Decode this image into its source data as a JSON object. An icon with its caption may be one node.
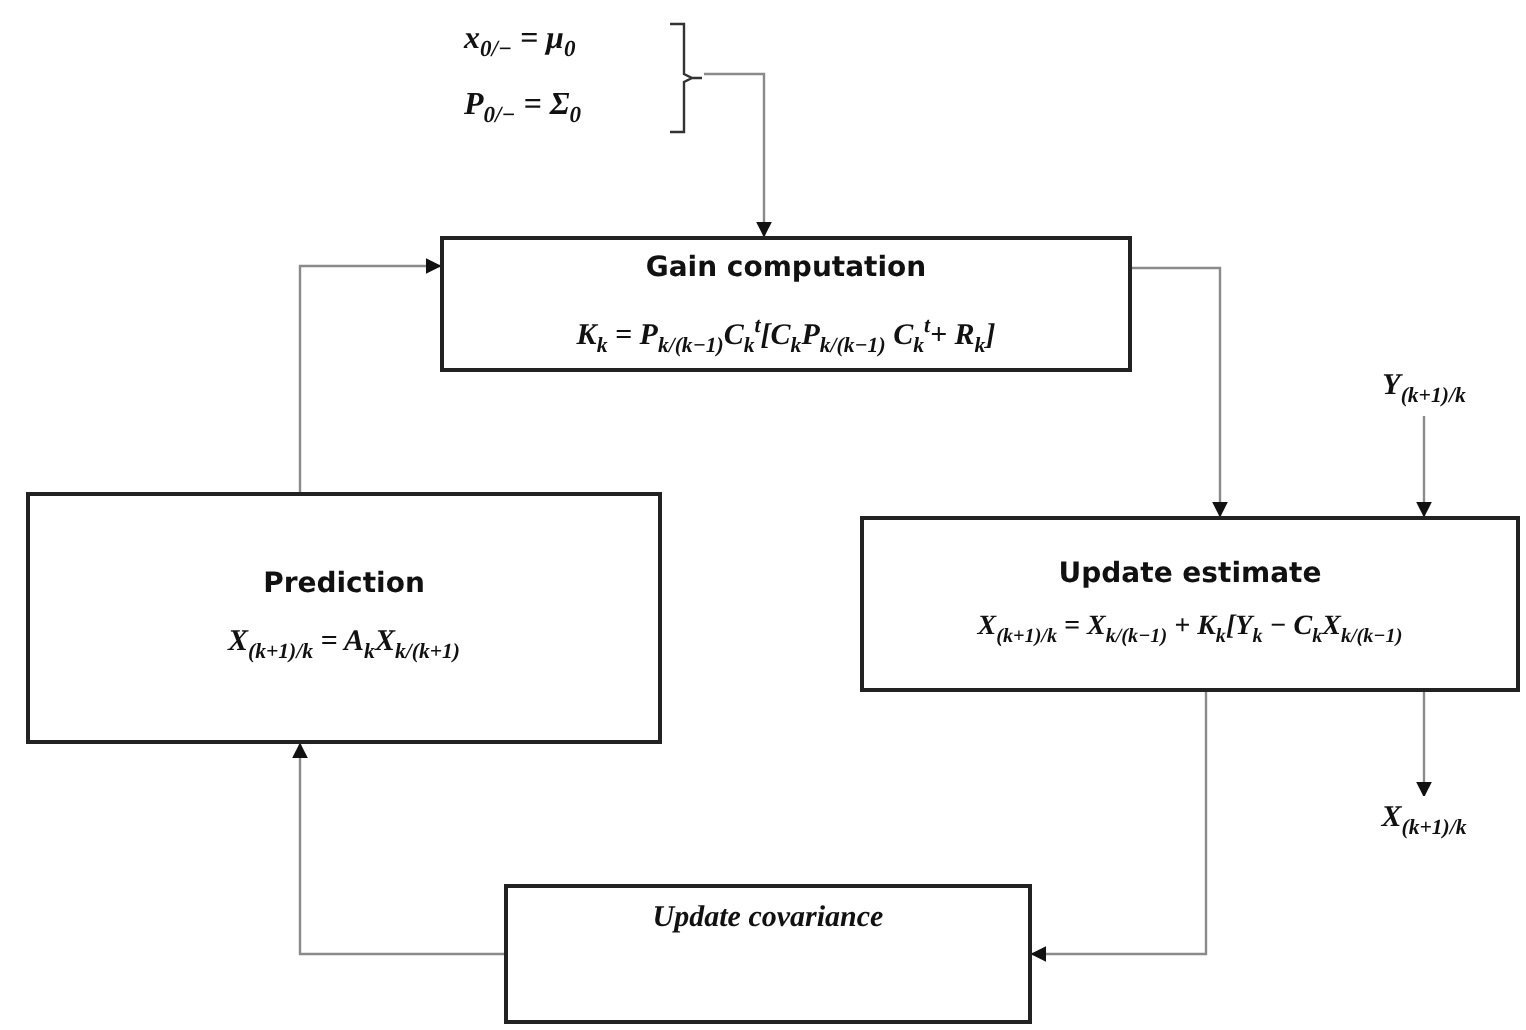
{
  "diagram": {
    "nodes": [
      {
        "text": [
          "x$_{0/−}$ = μ$_{0}$",
          "P$_{0/−}$ = Σ$_{0}$"
        ]
      },
      {
        "text": [
          "Gain computation",
          "K$_{k}$ = P$_{k/(k−1)}$C$_{k}$$^{t}$[C$_{k}$P$_{k/(k−1)}$ C$_{k}$$^{t}$+ R$_{k}$]"
        ]
      },
      {
        "text": [
          "Prediction",
          "X$_{(k+1)/k}$ = A$_{k}$X$_{k/(k+1)}$"
        ]
      },
      {
        "text": [
          "Update estimate",
          "X$_{(k+1)/k}$ = X$_{k/(k−1)}$ + K$_{k}$[Y$_{k}$ − C$_{k}$X$_{k/(k−1)}$"
        ]
      },
      {
        "text": [
          "Y$_{(k+1)/k}$"
        ]
      },
      {
        "text": [
          "X$_{(k+1)/k}$"
        ]
      },
      {
        "text": [
          "Update covariance"
        ]
      }
    ],
    "edges": [
      {
        "from": 0,
        "to": 1,
        "arrow": "to"
      },
      {
        "from": 1,
        "to": 3,
        "arrow": "to"
      },
      {
        "from": 4,
        "to": 3,
        "arrow": "to"
      },
      {
        "from": 3,
        "to": 5,
        "arrow": "to"
      },
      {
        "from": 3,
        "to": 6,
        "arrow": "to"
      },
      {
        "from": 6,
        "to": 2,
        "arrow": "to"
      },
      {
        "from": 2,
        "to": 1,
        "arrow": "to"
      }
    ]
  }
}
